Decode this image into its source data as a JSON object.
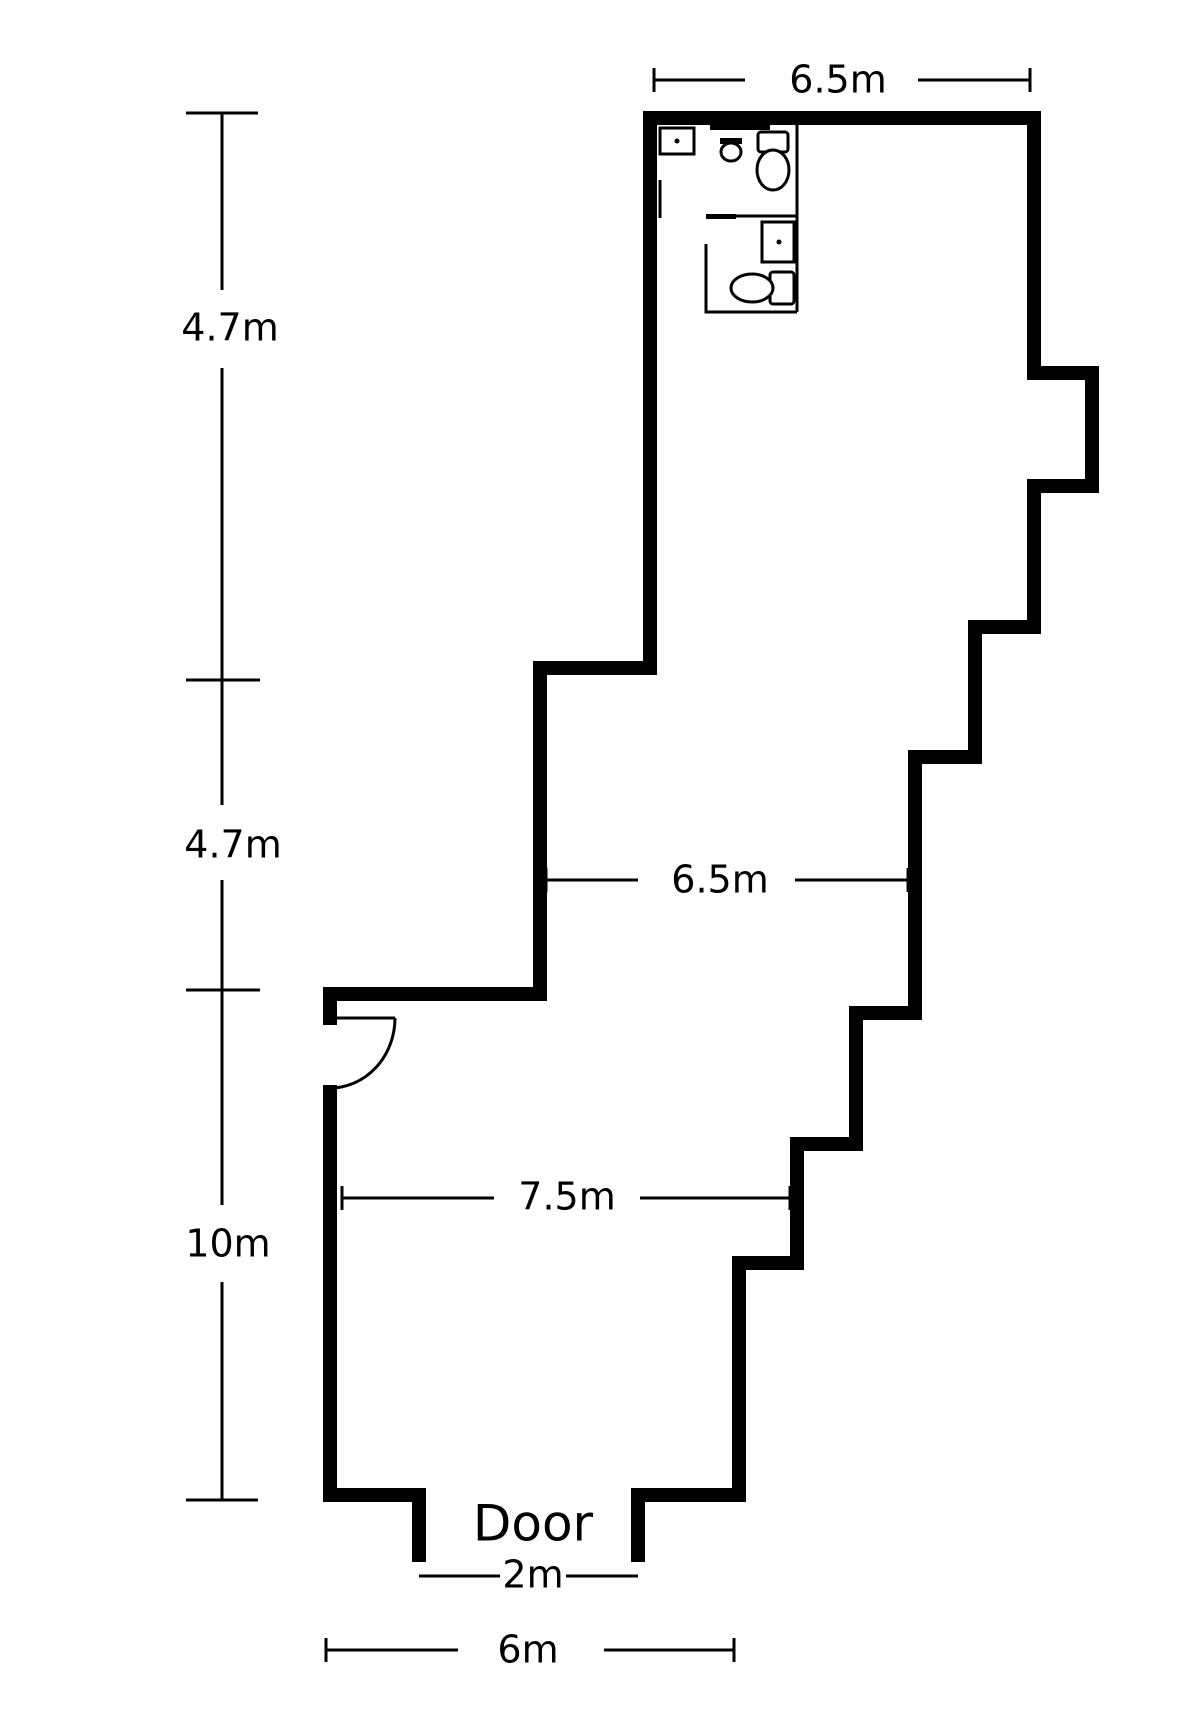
{
  "floor_plan": {
    "dimensions": {
      "top_width": "6.5m",
      "upper_height": "4.7m",
      "middle_height": "4.7m",
      "lower_height": "10m",
      "middle_width": "6.5m",
      "lower_width": "7.5m",
      "door_width": "2m",
      "bottom_width": "6m"
    },
    "labels": {
      "door": "Door"
    }
  }
}
